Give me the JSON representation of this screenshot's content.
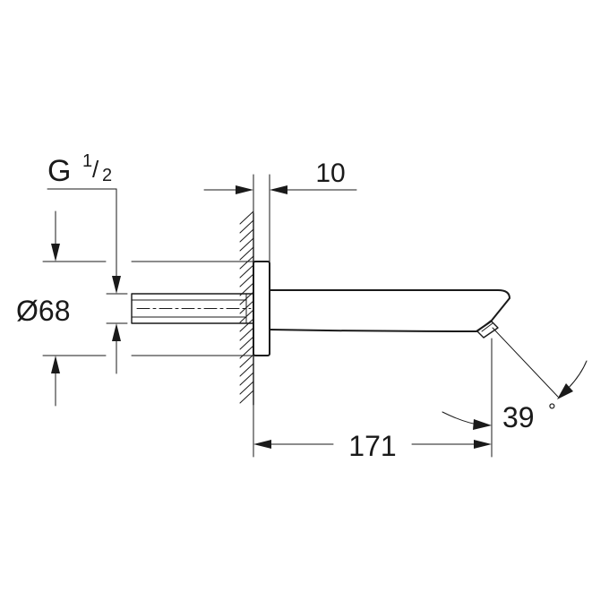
{
  "drawing": {
    "thread_label": {
      "prefix": "G",
      "numerator": "1",
      "slash": "/",
      "denominator": "2"
    },
    "flange_thickness": "10",
    "flange_diameter": "Ø68",
    "spout_length": "171",
    "outlet_angle": "39",
    "angle_unit": "°"
  }
}
